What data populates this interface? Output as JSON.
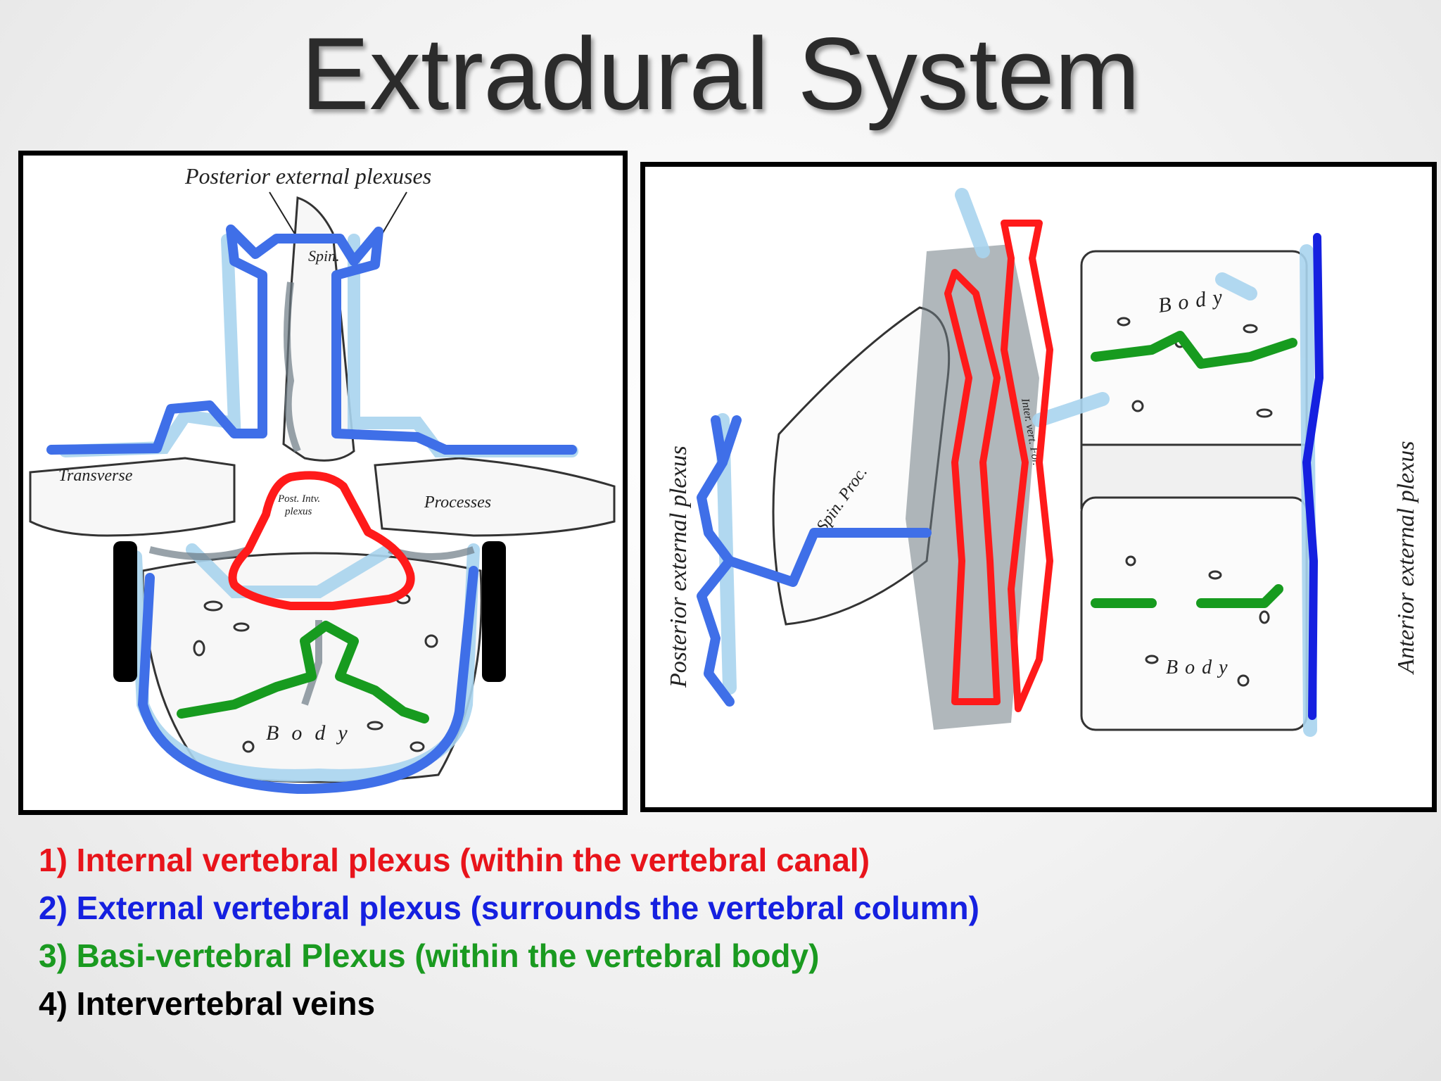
{
  "slide": {
    "title": "Extradural System"
  },
  "left_figure": {
    "labels": {
      "top": "Posterior external plexuses",
      "spin": "Spin.",
      "transverse": "Transverse",
      "processes": "Processes",
      "post_intv_1": "Post. Intv.",
      "post_intv_2": "plexus",
      "body": "Body"
    }
  },
  "right_figure": {
    "labels": {
      "posterior": "Posterior external plexus",
      "anterior": "Anterior external plexus",
      "body_top": "Body",
      "body_bottom": "Body",
      "spin_proc": "Spin. Proc.",
      "interv_for": "Inter. vert. For."
    }
  },
  "legend": {
    "items": [
      {
        "text": "1) Internal vertebral plexus (within the vertebral canal)",
        "color": "#e8141b"
      },
      {
        "text": "2) External vertebral plexus (surrounds the vertebral column)",
        "color": "#1520e0"
      },
      {
        "text": "3) Basi-vertebral Plexus (within the vertebral body)",
        "color": "#1a9a20"
      },
      {
        "text": "4) Intervertebral veins",
        "color": "#000000"
      }
    ]
  },
  "colors": {
    "internal": "#ff1a1a",
    "external": "#3f6fe8",
    "basivertebral": "#179b1f",
    "vein_fill": "#a9d4ee",
    "bone_outline": "#333333"
  }
}
